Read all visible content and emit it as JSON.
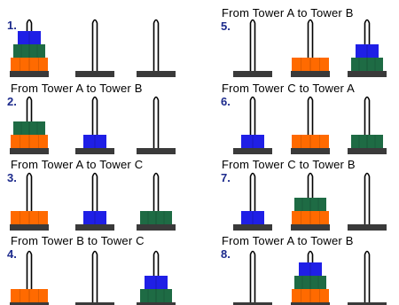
{
  "colors": {
    "small_disk": "#1f1fe6",
    "medium_disk": "#1e6b44",
    "large_disk": "#ff6a00",
    "base": "#3a3a3a",
    "rod": "#000000",
    "step_number": "#1c2a8c",
    "caption": "#000000"
  },
  "disks_key": [
    "small",
    "medium",
    "large"
  ],
  "steps": [
    {
      "number": "1.",
      "move_text": "",
      "towers": [
        [
          "large",
          "medium",
          "small"
        ],
        [],
        []
      ]
    },
    {
      "number": "2.",
      "move_text": "From Tower A to Tower B",
      "towers": [
        [
          "large",
          "medium"
        ],
        [
          "small"
        ],
        []
      ]
    },
    {
      "number": "3.",
      "move_text": "From Tower A to Tower C",
      "towers": [
        [
          "large"
        ],
        [
          "small"
        ],
        [
          "medium"
        ]
      ]
    },
    {
      "number": "4.",
      "move_text": "From Tower B to Tower C",
      "towers": [
        [
          "large"
        ],
        [],
        [
          "medium",
          "small"
        ]
      ]
    },
    {
      "number": "5.",
      "move_text": "From Tower A to Tower B",
      "towers": [
        [],
        [
          "large"
        ],
        [
          "medium",
          "small"
        ]
      ]
    },
    {
      "number": "6.",
      "move_text": "From Tower C to Tower A",
      "towers": [
        [
          "small"
        ],
        [
          "large"
        ],
        [
          "medium"
        ]
      ]
    },
    {
      "number": "7.",
      "move_text": "From Tower C to Tower B",
      "towers": [
        [
          "small"
        ],
        [
          "large",
          "medium"
        ],
        []
      ]
    },
    {
      "number": "8.",
      "move_text": "From Tower A to Tower B",
      "towers": [
        [],
        [
          "large",
          "medium",
          "small"
        ],
        []
      ]
    }
  ]
}
